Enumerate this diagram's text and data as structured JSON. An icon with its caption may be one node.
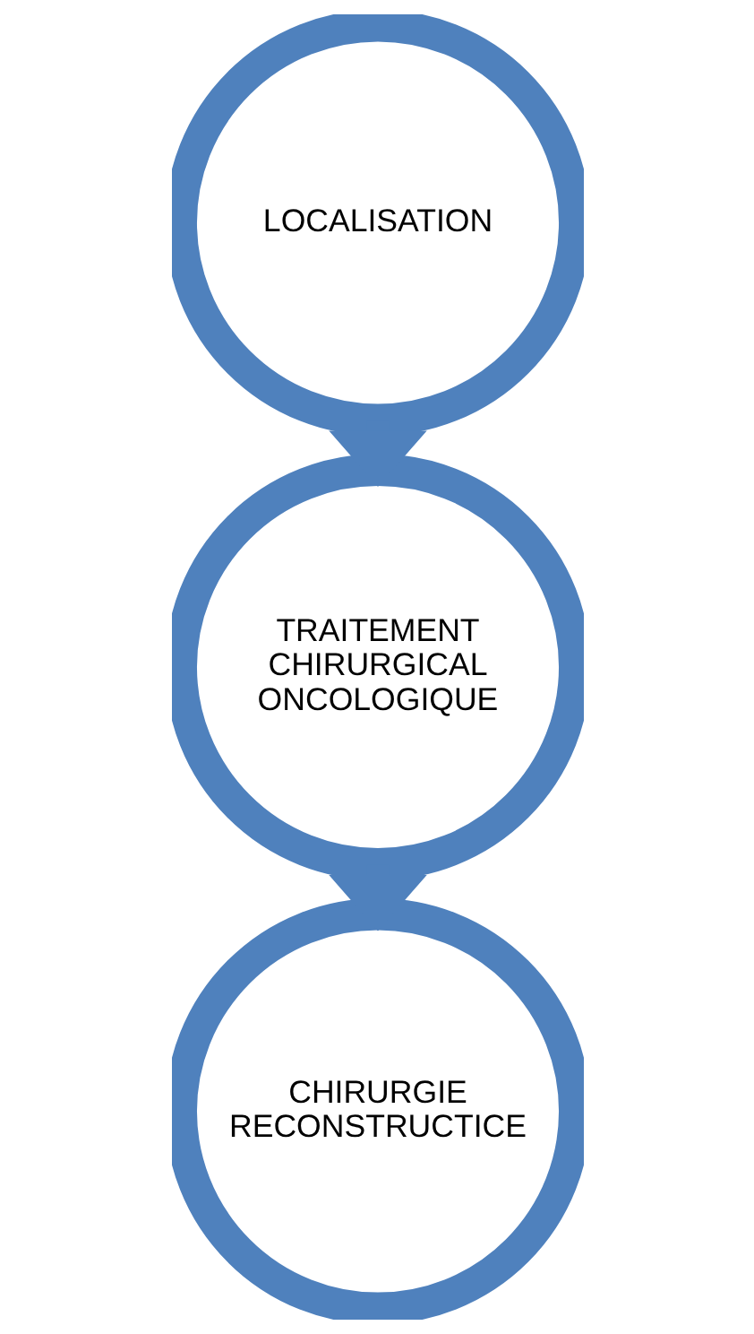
{
  "diagram": {
    "nodes": [
      {
        "text": [
          "LOCALISATION"
        ]
      },
      {
        "text": [
          "TRAITEMENT CHIRURGICAL ONCOLOGIQUE"
        ]
      },
      {
        "text": [
          "CHIRURGIE RECONSTRUCTICE"
        ]
      }
    ],
    "edges": [
      {
        "from": 0,
        "to": 1,
        "arrow": "to"
      },
      {
        "from": 1,
        "to": 2,
        "arrow": "to"
      }
    ]
  }
}
